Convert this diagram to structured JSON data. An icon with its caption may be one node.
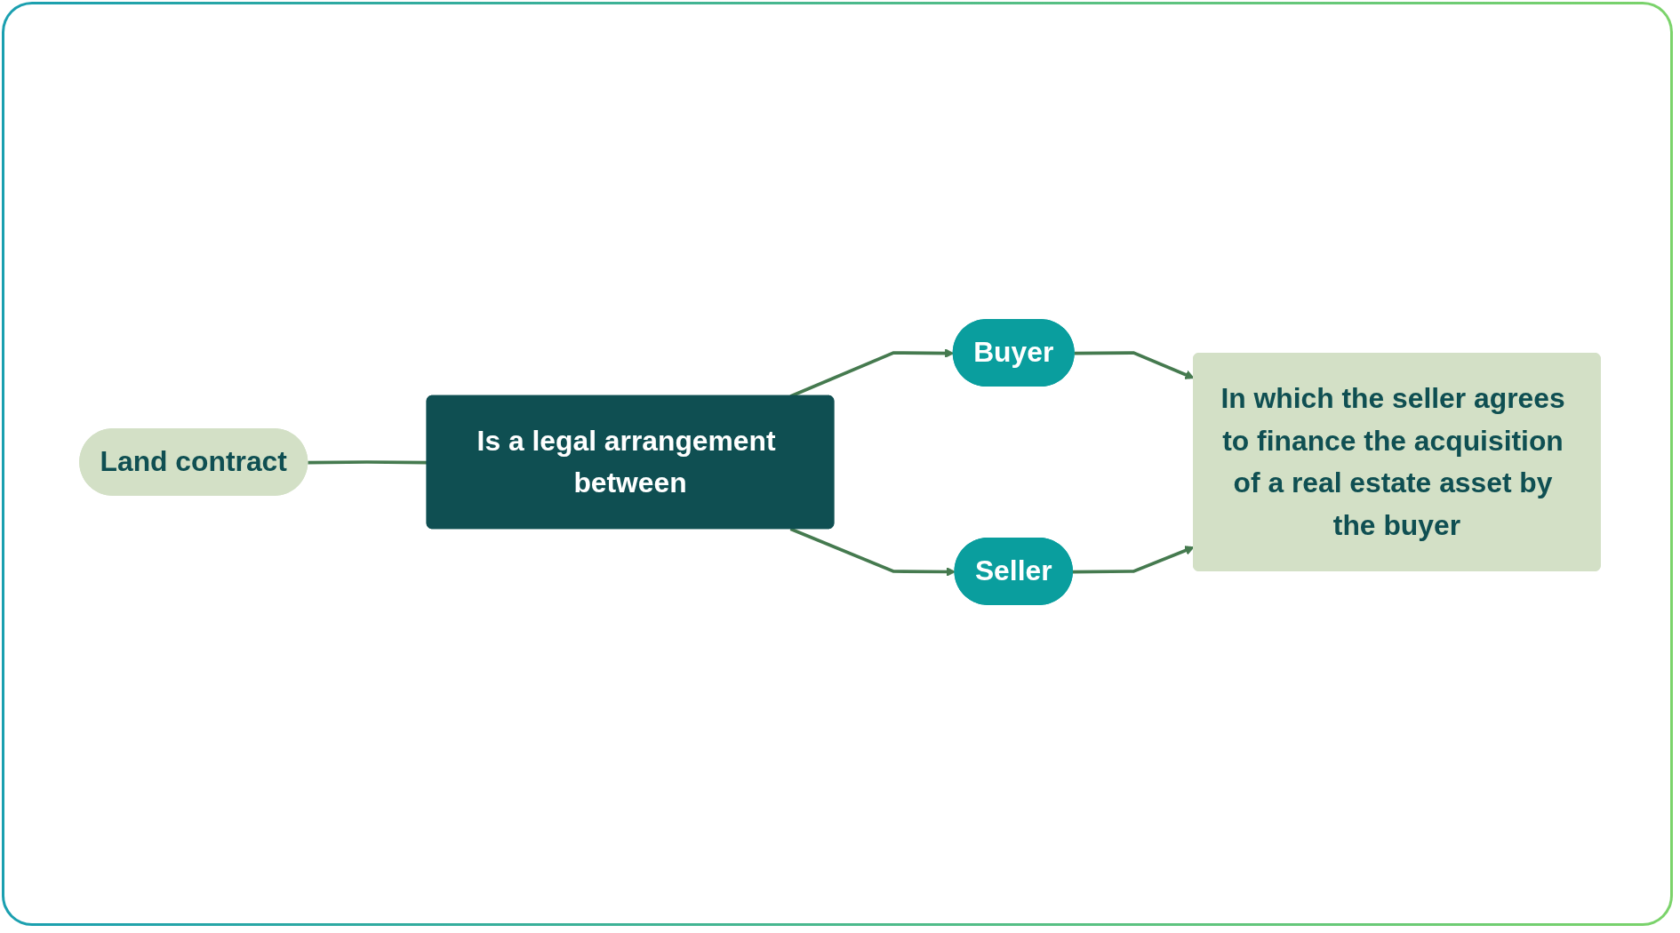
{
  "diagram": {
    "nodes": [
      {
        "text": [
          "Land contract"
        ]
      },
      {
        "text": [
          "Is a legal arrangement between"
        ]
      },
      {
        "text": [
          "Buyer"
        ]
      },
      {
        "text": [
          "Seller"
        ]
      },
      {
        "text": [
          "In which the seller agrees to finance the acquisition of a real estate asset by the buyer"
        ]
      }
    ],
    "edges": [
      {
        "from": 0,
        "to": 1,
        "arrow": "none"
      },
      {
        "from": 1,
        "to": 2,
        "arrow": "to"
      },
      {
        "from": 1,
        "to": 3,
        "arrow": "to"
      },
      {
        "from": 2,
        "to": 4,
        "arrow": "to"
      },
      {
        "from": 3,
        "to": 4,
        "arrow": "to"
      }
    ]
  }
}
